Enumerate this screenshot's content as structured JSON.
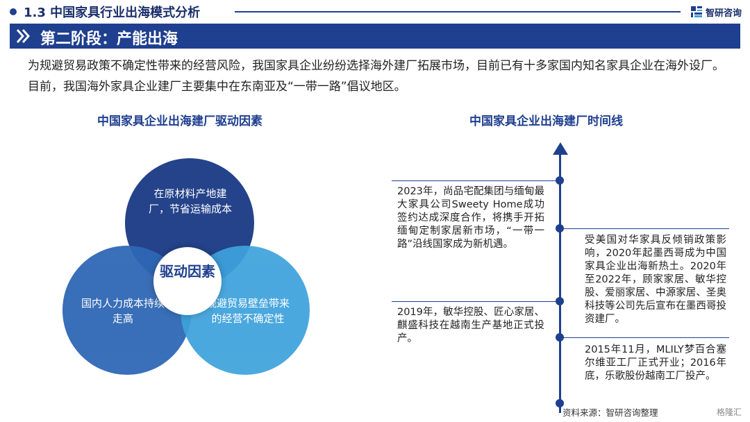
{
  "header": {
    "section_title": "1.3 中国家具行业出海模式分析",
    "brand": "智研咨询",
    "brand_icon": "zhiyan-logo-icon",
    "accent_color": "#1f3f8f"
  },
  "banner": {
    "title": "第二阶段：产能出海",
    "icon": "double-chevron-icon"
  },
  "intro": "为规避贸易政策不确定性带来的经营风险，我国家具企业纷纷选择海外建厂拓展市场，目前已有十多家国内知名家具企业在海外设厂。目前，我国海外家具企业建厂主要集中在东南亚及“一带一路”倡议地区。",
  "drivers": {
    "title": "中国家具企业出海建厂驱动因素",
    "center": "驱动因素",
    "top": "在原材料产地建厂，节省运输成本",
    "left": "国内人力成本持续走高",
    "right": "规避贸易壁垒带来的经营不确定性"
  },
  "timeline": {
    "title": "中国家具企业出海建厂时间线",
    "events": [
      {
        "text": "2023年，尚品宅配集团与缅甸最大家具公司Sweety Home成功签约达成深度合作，将携手开拓缅甸定制家居新市场，“一带一路”沿线国家成为新机遇。"
      },
      {
        "text": "受美国对华家具反倾销政策影响，2020年起墨西哥成为中国家具企业出海新热土。2020年至2022年，顾家家居、敏华控股、爱丽家居、中源家居、圣奥科技等公司先后宣布在墨西哥投资建厂。"
      },
      {
        "text": "2019年，敏华控股、匠心家居、麒盛科技在越南生产基地正式投产。"
      },
      {
        "text": "2015年11月，MLILY梦百合塞尔维亚工厂正式开业；2016年底，乐歌股份越南工厂投产。"
      }
    ]
  },
  "source": "资料来源：智研咨询整理",
  "watermark": "格隆汇"
}
